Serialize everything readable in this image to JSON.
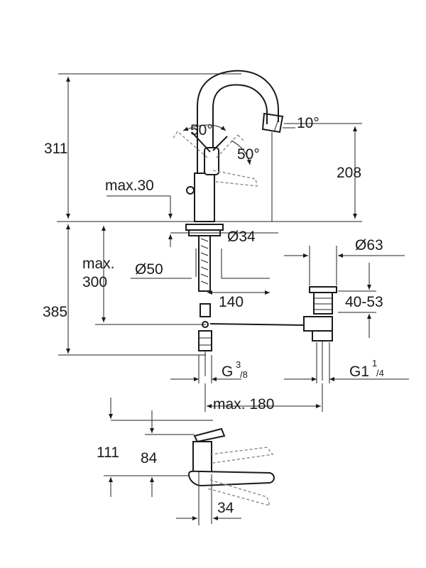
{
  "dimensions": {
    "total_height": "311",
    "spout_angle_left": "50°",
    "spout_angle_right": "50°",
    "aerator_angle": "10°",
    "spout_height": "208",
    "deck_thickness_max": "max.30",
    "shank_diameter": "Ø34",
    "hole_diameter": "Ø50",
    "below_deck_line1": "max.",
    "below_deck_line2": "300",
    "below_deck_total": "385",
    "reach": "140",
    "waste_diameter": "Ø63",
    "waste_height": "40-53",
    "supply_thread_prefix": "G",
    "supply_thread_sup": "3",
    "supply_thread_sub": "/8",
    "waste_thread_prefix": "G1",
    "waste_thread_sup": "1",
    "waste_thread_sub": "/4",
    "waste_offset": "max. 180",
    "lever_height": "111",
    "body_height": "84",
    "lever_depth": "34"
  },
  "colors": {
    "line": "#1a1a1a",
    "background": "#ffffff"
  }
}
